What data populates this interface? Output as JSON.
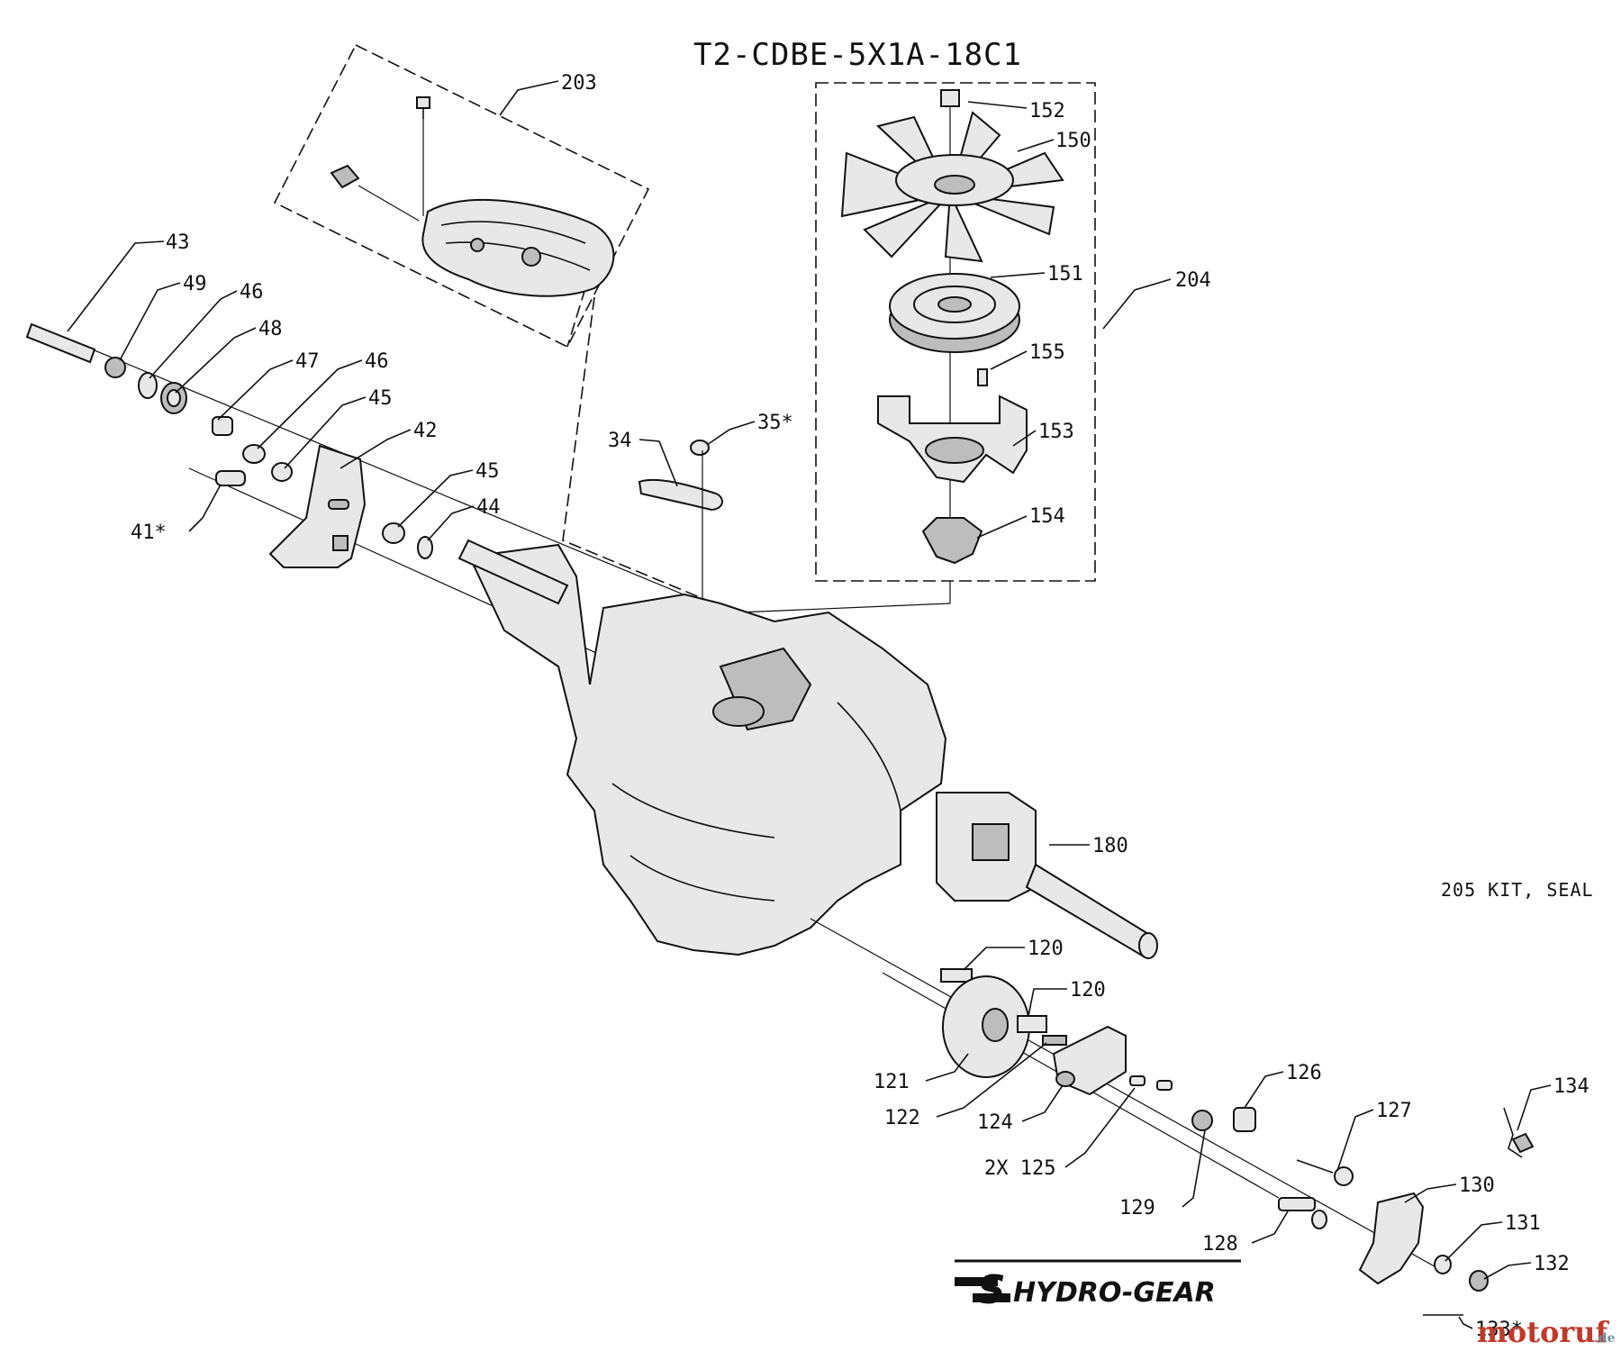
{
  "diagram": {
    "title": "T2-CDBE-5X1A-18C1",
    "kit_note": "205 KIT, SEAL",
    "brand": "HYDRO-GEAR",
    "watermark_main": "motoruf",
    "watermark_suffix": ".de",
    "labels": {
      "p203": "203",
      "p152": "152",
      "p150": "150",
      "p151": "151",
      "p204": "204",
      "p155": "155",
      "p153": "153",
      "p154": "154",
      "p43": "43",
      "p49": "49",
      "p46a": "46",
      "p48": "48",
      "p47": "47",
      "p46b": "46",
      "p45a": "45",
      "p42": "42",
      "p45b": "45",
      "p44": "44",
      "p41": "41*",
      "p34": "34",
      "p35": "35*",
      "p180": "180",
      "p120a": "120",
      "p120b": "120",
      "p121": "121",
      "p122": "122",
      "p124": "124",
      "p125": "2X 125",
      "p126": "126",
      "p127": "127",
      "p129": "129",
      "p128": "128",
      "p134": "134",
      "p130": "130",
      "p131": "131",
      "p132": "132",
      "p133": "133*"
    }
  }
}
